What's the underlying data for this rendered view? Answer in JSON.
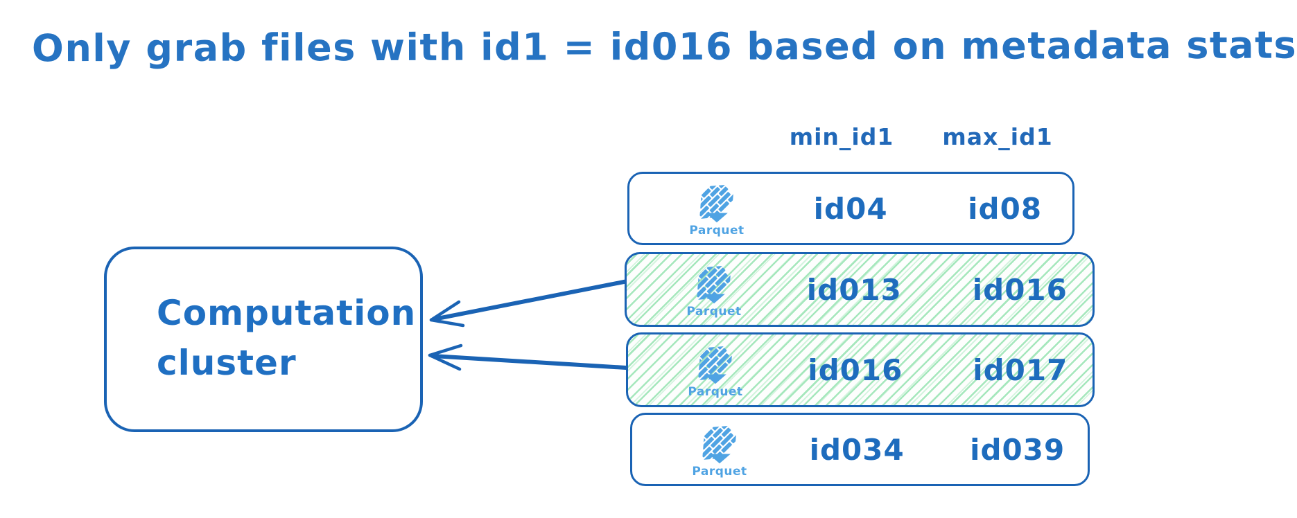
{
  "title": "Only grab files with id1 = id016 based on metadata stats",
  "cluster": {
    "line1": "Computation",
    "line2": "cluster"
  },
  "table": {
    "headers": {
      "min": "min_id1",
      "max": "max_id1"
    },
    "file_icon_label": "Parquet",
    "rows": [
      {
        "min": "id04",
        "max": "id08",
        "highlighted": false
      },
      {
        "min": "id013",
        "max": "id016",
        "highlighted": true
      },
      {
        "min": "id016",
        "max": "id017",
        "highlighted": true
      },
      {
        "min": "id034",
        "max": "id039",
        "highlighted": false
      }
    ]
  },
  "icons": {
    "parquet_logo": "parquet-logo-icon",
    "arrow": "left-arrow"
  },
  "colors": {
    "primary_blue_text": "#2673c2",
    "stroke_blue": "#1a63b4",
    "value_blue": "#1e6cbd",
    "parquet_light_blue": "#4fa3e3",
    "highlight_green_hatch": "#a5e7bc",
    "background": "#ffffff"
  }
}
